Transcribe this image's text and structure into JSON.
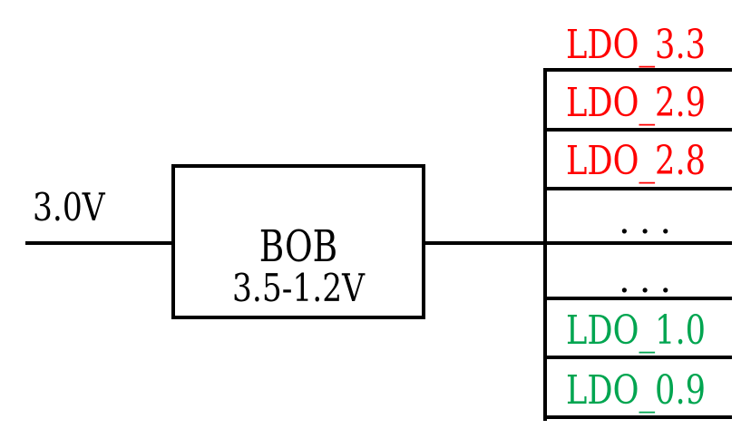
{
  "input": {
    "voltage_label": "3.0V"
  },
  "bob": {
    "title": "BOB",
    "range": "3.5-1.2V"
  },
  "outputs": [
    {
      "label": "LDO_3.3",
      "color": "#ff0000"
    },
    {
      "label": "LDO_2.9",
      "color": "#ff0000"
    },
    {
      "label": "LDO_2.8",
      "color": "#ff0000"
    },
    {
      "label": "...",
      "color": "#000000"
    },
    {
      "label": "...",
      "color": "#000000"
    },
    {
      "label": "LDO_1.0",
      "color": "#00a550"
    },
    {
      "label": "LDO_0.9",
      "color": "#00a550"
    }
  ]
}
